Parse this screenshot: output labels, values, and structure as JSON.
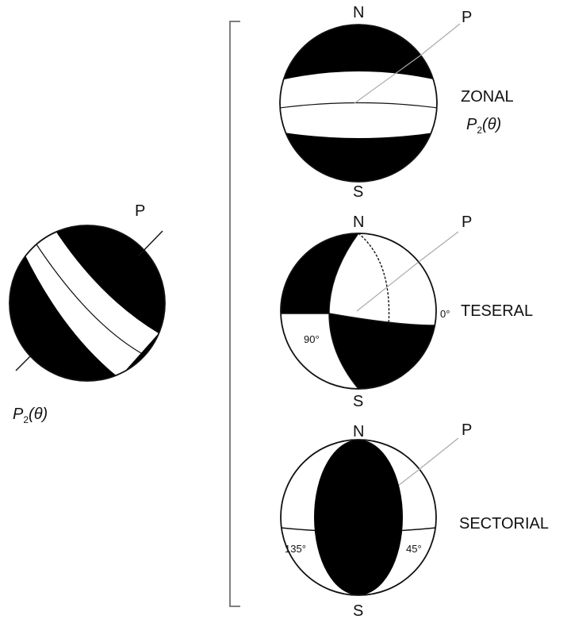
{
  "left_figure": {
    "axis_label": "P",
    "caption": {
      "main": "P",
      "subscript": "2",
      "arg": "(θ)"
    }
  },
  "zonal": {
    "north": "N",
    "south": "S",
    "axis_label": "P",
    "name": "ZONAL",
    "caption": {
      "main": "P",
      "subscript": "2",
      "arg": "(θ)"
    }
  },
  "teseral": {
    "north": "N",
    "south": "S",
    "axis_label": "P",
    "name": "TESERAL",
    "angle_right": "0°",
    "angle_left": "90°"
  },
  "sectorial": {
    "north": "N",
    "south": "S",
    "axis_label": "P",
    "name": "SECTORIAL",
    "angle_left": "135°",
    "angle_right": "45°"
  },
  "colors": {
    "fill": "#000000",
    "line": "#111111",
    "axis": "#aaaaaa",
    "background": "#ffffff"
  }
}
